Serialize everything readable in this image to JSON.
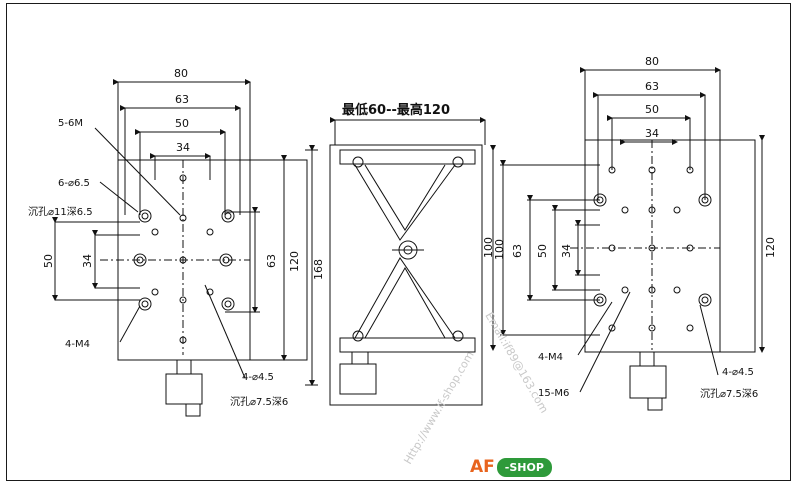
{
  "left": {
    "dim_80": "80",
    "dim_63": "63",
    "dim_50": "50",
    "dim_34": "34",
    "dim_120": "120",
    "dim_168": "168",
    "dim_63v": "63",
    "dim_50v": "50",
    "dim_34v": "34",
    "label_6m": "5-6M",
    "label_d65": "6-⌀6.5",
    "label_cb": "沉孔⌀11深6.5",
    "label_m4": "4-M4",
    "label_d45": "4-⌀4.5",
    "label_cb2": "沉孔⌀7.5深6"
  },
  "middle": {
    "title": "最低60--最高120",
    "dim_100": "100"
  },
  "right": {
    "dim_80": "80",
    "dim_63": "63",
    "dim_50": "50",
    "dim_34": "34",
    "dim_100": "100",
    "dim_120": "120",
    "dim_63v": "63",
    "dim_50v": "50",
    "dim_34v": "34",
    "label_m4": "4-M4",
    "label_m6": "15-M6",
    "label_d45": "4-⌀4.5",
    "label_cb2": "沉孔⌀7.5深6"
  },
  "watermark": {
    "url": "Http://www.if-shop.com",
    "email": "Email:if89@163.com"
  },
  "logo": {
    "af": "AF",
    "shop": "-SHOP"
  }
}
